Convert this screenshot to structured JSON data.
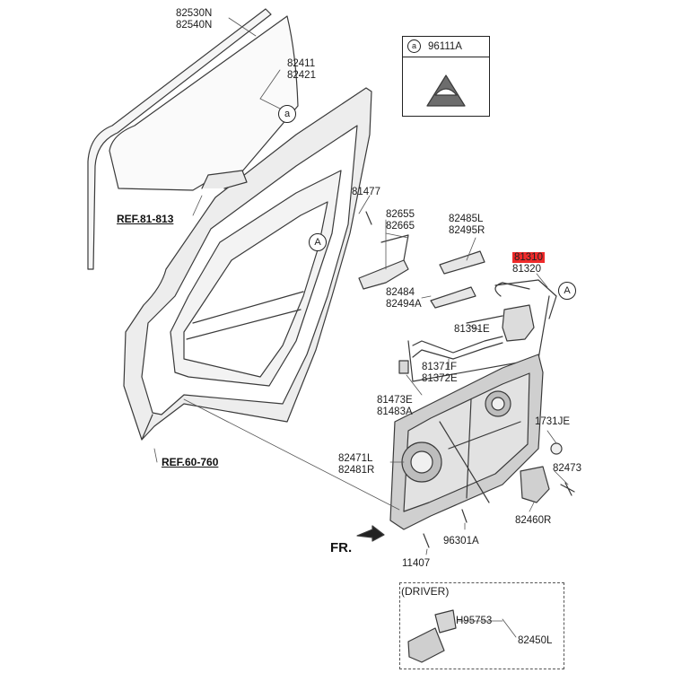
{
  "labels": {
    "glass_channel": [
      "82530N",
      "82540N"
    ],
    "glass": [
      "82411",
      "82421"
    ],
    "ref_upper": "REF.81-813",
    "ref_lower": "REF.60-760",
    "bolt_81477": "81477",
    "hinge": [
      "82655",
      "82665"
    ],
    "handle_bracket": [
      "82485L",
      "82495R"
    ],
    "latch": [
      "81310",
      "81320"
    ],
    "inner_handle": [
      "82484",
      "82494A"
    ],
    "rod": "81391E",
    "cable": [
      "81371F",
      "81372E"
    ],
    "clip": [
      "81473E",
      "81483A"
    ],
    "cap": "1731JE",
    "module_panel": [
      "82471L",
      "82481R"
    ],
    "screw_82473": "82473",
    "regulator_motor": "82460R",
    "screw_96301A": "96301A",
    "bolt_11407": "11407",
    "front": "FR.",
    "badge_part": "96111A",
    "badge_letter": "a",
    "callout_a_glass": "a",
    "callout_A_left": "A",
    "callout_A_right": "A",
    "driver_section": "(DRIVER)",
    "switch_part": "H95753",
    "switch_assy": "82450L"
  },
  "highlight_color": "#ef2a2a"
}
